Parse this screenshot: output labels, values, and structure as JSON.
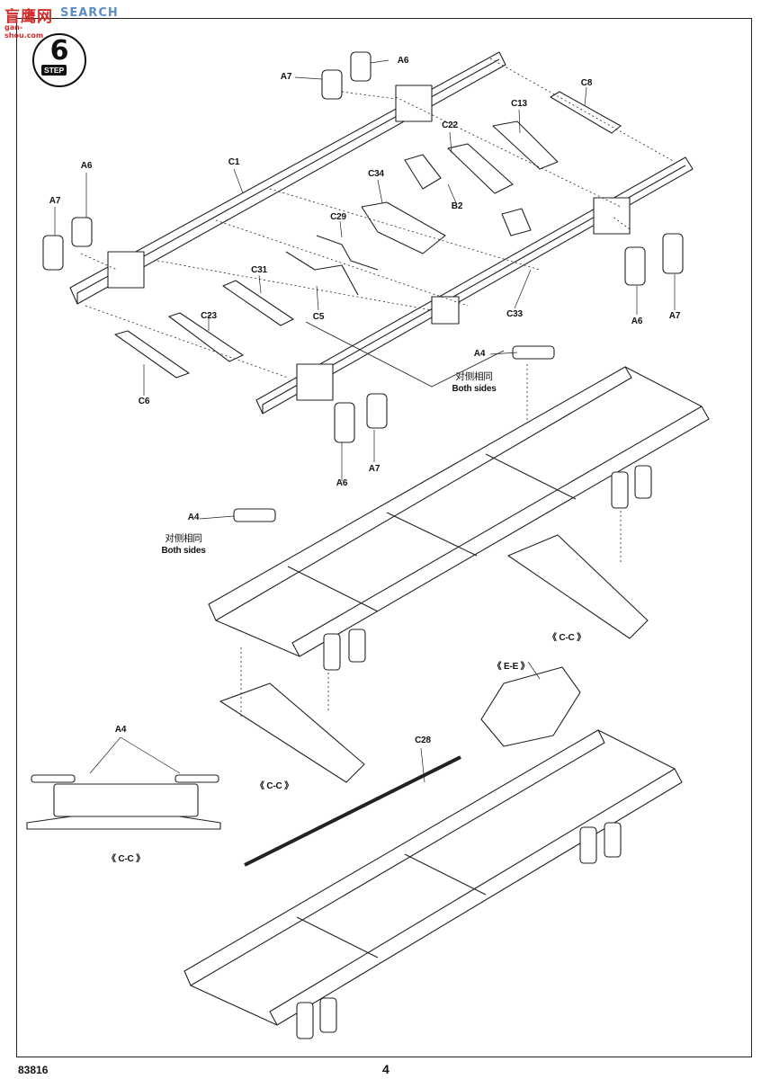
{
  "watermark": {
    "logo": "盲鹰网",
    "text": "SEARCH",
    "sub": "gan-shou.com"
  },
  "step": {
    "number": "6",
    "word": "STEP"
  },
  "labels": {
    "a6_top": "A6",
    "a7_top": "A7",
    "c8": "C8",
    "c13": "C13",
    "c22": "C22",
    "a6_left": "A6",
    "a7_left": "A7",
    "c1": "C1",
    "c34": "C34",
    "b2": "B2",
    "c29": "C29",
    "c31": "C31",
    "c5": "C5",
    "c33": "C33",
    "c23": "C23",
    "c6": "C6",
    "a6_right": "A6",
    "a7_right": "A7",
    "a6_bottom": "A6",
    "a7_bottom": "A7",
    "a4_right": "A4",
    "a4_left": "A4",
    "a4_detail": "A4",
    "both_cn_right": "对侧相同",
    "both_en_right": "Both sides",
    "both_cn_left": "对侧相同",
    "both_en_left": "Both sides",
    "cc_right": "《 C-C 》",
    "cc_left": "《 C-C 》",
    "cc_detail": "《 C-C 》",
    "ee": "《 E-E 》",
    "c28": "C28"
  },
  "footer": {
    "code": "83816",
    "page": "4"
  }
}
